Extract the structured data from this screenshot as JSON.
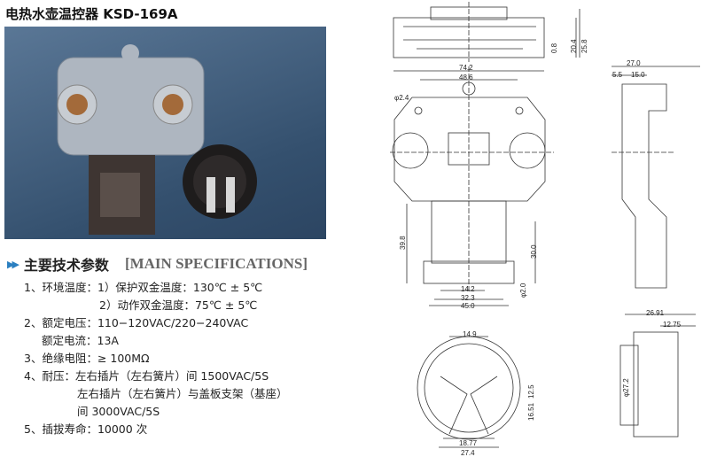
{
  "title": "电热水壶温控器 KSD-169A",
  "spec_heading": {
    "zh": "主要技术参数",
    "en": "[MAIN SPECIFICATIONS]"
  },
  "specs": [
    "1、环境温度：1）保护双金温度：130℃ ± 5℃",
    "2）动作双金温度：75℃ ± 5℃",
    "2、额定电压：110−120VAC/220−240VAC",
    "额定电流：13A",
    "3、绝缘电阻：≥ 100MΩ",
    "4、耐压：左右插片（左右簧片）间 1500VAC/5S",
    "左右插片（左右簧片）与盖板支架（基座）",
    "间 3000VAC/5S",
    "5、插拔寿命：10000 次"
  ],
  "dims": {
    "d20_4": "20.4",
    "d25_8": "25.8",
    "d0_8": "0.8",
    "d74_2": "74.2",
    "d48_6": "48.6",
    "phi2_4": "φ2.4",
    "d27_0": "27.0",
    "d5_5": "5.5",
    "d15_0": "15.0",
    "d39_8": "39.8",
    "d30_0": "30.0",
    "d14_2": "14.2",
    "d32_3": "32.3",
    "d45_0": "45.0",
    "phi2_0": "φ2.0",
    "d26_91": "26.91",
    "d12_75": "12.75",
    "d14_9": "14.9",
    "d12_5": "12.5",
    "d16_51": "16.51",
    "d18_77": "18.77",
    "d27_4": "27.4",
    "phi27_2": "φ27.2"
  }
}
